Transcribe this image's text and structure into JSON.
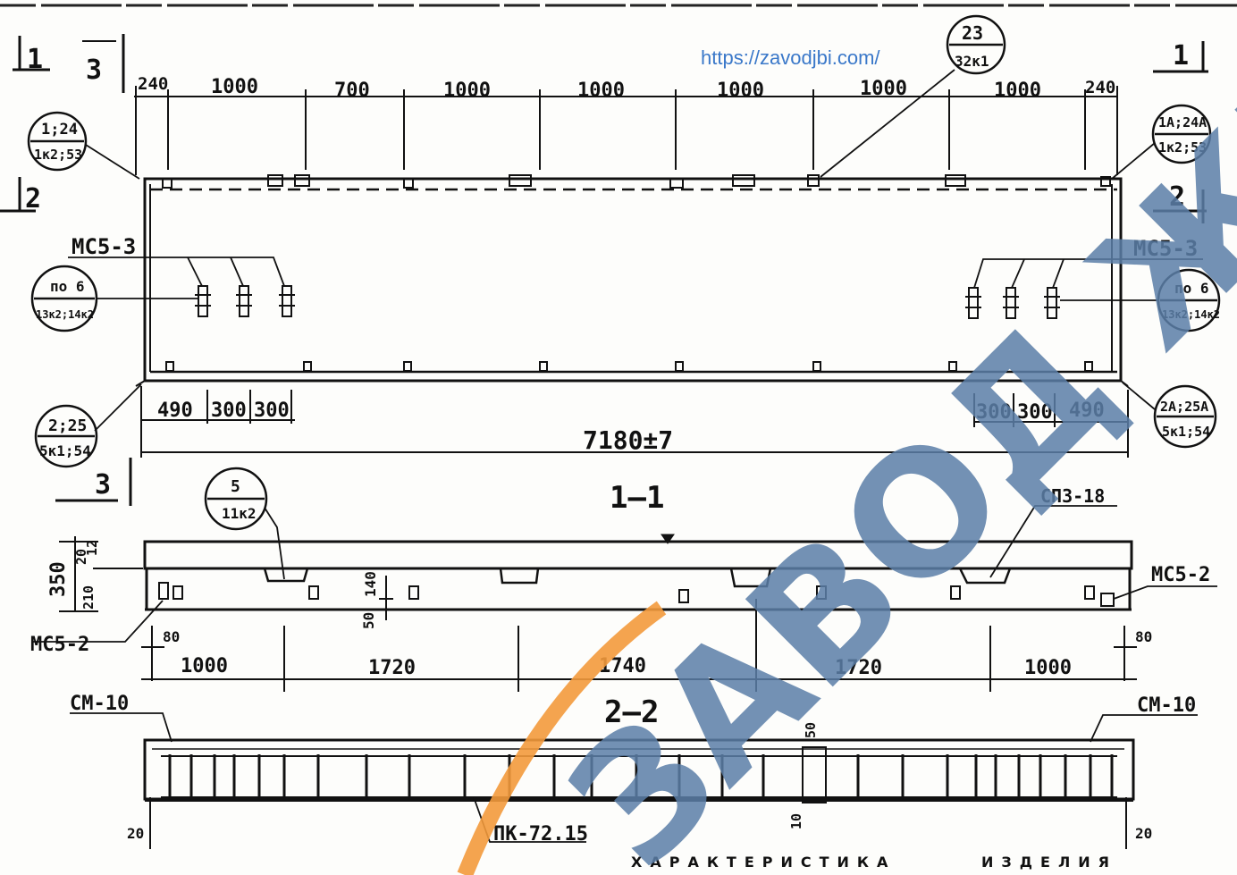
{
  "watermark": {
    "url": "https://zavodjbi.com/",
    "main_text": "ЗАВОД ЖБИ",
    "colors": {
      "blue": "#5b7fa8",
      "orange": "#f39a3c"
    }
  },
  "sections": {
    "cut_1_left": "1",
    "cut_1_right": "1",
    "cut_2_left": "2",
    "cut_2_right": "2",
    "cut_3_top": "3",
    "cut_3_bottom": "3",
    "section_1_title": "1—1",
    "section_2_title": "2—2"
  },
  "plan": {
    "top_dims": [
      "240",
      "1000",
      "700",
      "1000",
      "1000",
      "1000",
      "1000",
      "1000",
      "240"
    ],
    "bottom_dims_left": [
      "490",
      "300",
      "300"
    ],
    "bottom_dims_right": [
      "300",
      "300",
      "490"
    ],
    "overall": "7180±7",
    "labels": {
      "mc5_3_left": "МС5-3",
      "mc5_3_right": "МС5-3"
    }
  },
  "callouts": [
    {
      "id": "top-left",
      "top": "1;24",
      "bottom": "1к2;53"
    },
    {
      "id": "top-center",
      "top": "23",
      "bottom": "32к1"
    },
    {
      "id": "top-right",
      "top": "1А;24А",
      "bottom": "1к2;53"
    },
    {
      "id": "mid-left",
      "top": "по 6",
      "bottom": "13к2;14к2"
    },
    {
      "id": "mid-right",
      "top": "по 6",
      "bottom": "13к2;14к2"
    },
    {
      "id": "bot-left",
      "top": "2;25",
      "bottom": "5к1;54"
    },
    {
      "id": "bot-right",
      "top": "2А;25А",
      "bottom": "5к1;54"
    },
    {
      "id": "section",
      "top": "5",
      "bottom": "11к2"
    }
  ],
  "section_1": {
    "height_total": "350",
    "dim_20": "20",
    "dim_12": "12",
    "dim_210": "210",
    "dim_140": "140",
    "dim_50": "50",
    "dims_bottom": [
      "1000",
      "1720",
      "1740",
      "1720",
      "1000"
    ],
    "dim_80_left": "80",
    "dim_80_right": "80",
    "label_sp3": "СП3-18",
    "label_mc5_2_left": "МС5-2",
    "label_mc5_2_right": "МС5-2"
  },
  "section_2": {
    "label_cm10_left": "СМ-10",
    "label_cm10_right": "СМ-10",
    "label_pk": "ПК-72.15",
    "dim_50": "50",
    "dim_10": "10",
    "dim_20_left": "20",
    "dim_20_right": "20"
  },
  "footer": {
    "title_left": "ХАРАКТЕРИСТИКА",
    "title_right": "ИЗДЕЛИЯ"
  }
}
